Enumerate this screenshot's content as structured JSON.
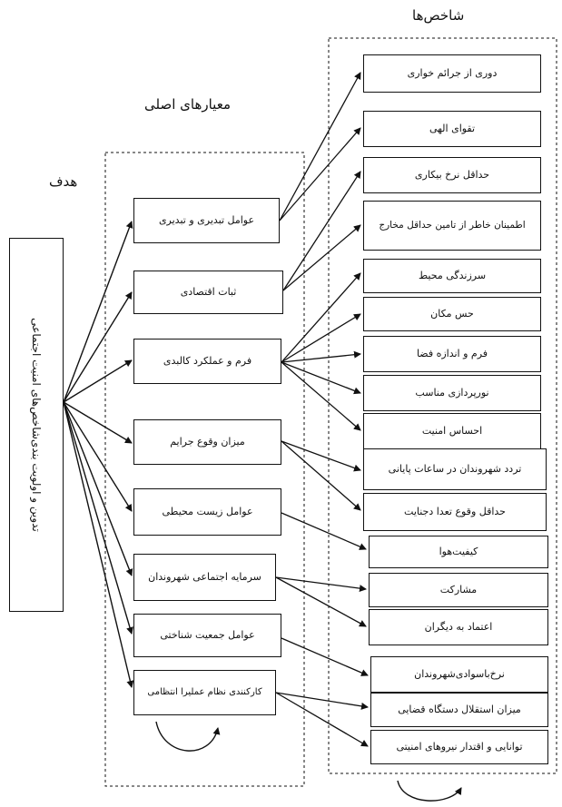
{
  "headings": {
    "goal": "هدف",
    "criteria": "معیارهای اصلی",
    "indicators": "شاخص‌ها"
  },
  "goal_text": "تدوین و اولویت بندی‌شاخص‌های امنیت اجتماعی",
  "criteria": [
    "عوامل تبدیری و تبدیری",
    "ثبات اقتصادی",
    "فرم و عملکرد کالبدی",
    "میزان وقوع جرایم",
    "عوامل زیست محیطی",
    "سرمایه اجتماعی شهروندان",
    "عوامل جمعیت شناختی",
    "کارکنندی نظام عملیرا انتظامی"
  ],
  "indicators": [
    "دوری از جرائم خواری",
    "تقوای الهی",
    "حداقل نرخ بیکاری",
    "اطمینان خاطر از تامین حداقل مخارج",
    "سرزندگی محیط",
    "حس مکان",
    "فرم و اندازه فضا",
    "نورپردازی مناسب",
    "احساس امنیت",
    "تردد شهروندان در ساعات پایانی",
    "حداقل وقوع تعدا دجنایت",
    "کیفیت‌هوا",
    "مشارکت",
    "اعتماد به دیگران",
    "نرخ‌باسوادی‌شهروندان",
    "میزان استقلال دستگاه قضایی",
    "توانایی و اقتدار نیروهای امنیتی"
  ]
}
